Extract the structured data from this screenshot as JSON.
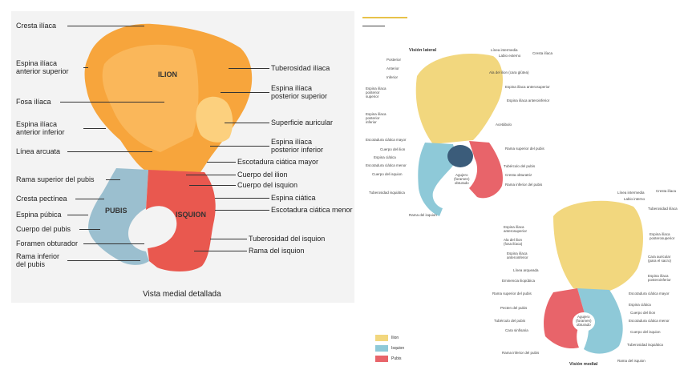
{
  "left_diagram": {
    "region_labels": {
      "ilion": "ILION",
      "pubis": "PUBIS",
      "isquion": "ISQUION"
    },
    "caption": "Vista medial detallada",
    "labels_left": [
      "Cresta ilíaca",
      "Espina ilíaca\nanterior superior",
      "Fosa ilíaca",
      "Espina ilíaca\nanterior inferior",
      "Línea arcuata",
      "Rama superior del pubis",
      "Cresta pectínea",
      "Espina púbica",
      "Cuerpo del pubis",
      "Foramen obturador",
      "Rama inferior\ndel pubis"
    ],
    "labels_right": [
      "Tuberosidad ilíaca",
      "Espina ilíaca\nposterior superior",
      "Superficie auricular",
      "Espina ilíaca\nposterior inferior",
      "Escotadura ciática mayor",
      "Cuerpo del ilion",
      "Cuerpo del isquion",
      "Espina ciática",
      "Escotadura ciática menor",
      "Tuberosidad del isquion",
      "Rama del isquion"
    ]
  },
  "right_diagrams": {
    "lateral_title": "Visión lateral",
    "medial_title": "Visión medial",
    "lateral_labels_left": [
      "Posterior",
      "Anterior",
      "Inferior",
      "Espina ilíaca\nposterior\nsuperior",
      "Espina ilíaca\nposterior\ninferior",
      "Escotadura ciática mayor",
      "Cuerpo del ilion",
      "Espina ciática",
      "Escotadura ciática menor",
      "Cuerpo del isquion",
      "Tuberosidad isquiática",
      "Rama del isquion"
    ],
    "lateral_labels_right": [
      "Línea intermedia",
      "Labio externo",
      "Cresta ilíaca",
      "Ala del ilion (cara glútea)",
      "Espina ilíaca anterosuperior",
      "Espina ilíaca anteroinferior",
      "Acetábulo",
      "Rama superior del pubis",
      "Tubérculo del pubis",
      "Cresta obturatriz",
      "Rama inferior del pubis"
    ],
    "medial_labels_left": [
      "Espina ilíaca\nanterosuperior",
      "Ala del ilion\n(fosa ilíaca)",
      "Espina ilíaca\nanteroinferior",
      "Línea arqueada",
      "Eminencia iliopúbica",
      "Rama superior del pubis",
      "Pecten del pubis",
      "Tubérculo del pubis",
      "Cara sinfisaria",
      "Rama inferior del pubis"
    ],
    "medial_labels_right": [
      "Línea intermedia",
      "Labio interno",
      "Cresta ilíaca",
      "Tuberosidad ilíaca",
      "Espina ilíaca\nposterosuperior",
      "Cara auricular\n(para el sacro)",
      "Espina ilíaca\nposteroinferior",
      "Escotadura ciática mayor",
      "Espina ciática",
      "Cuerpo del ilion",
      "Escotadura ciática menor",
      "Cuerpo del isquion",
      "Tuberosidad isquiática",
      "Rama del isquion"
    ],
    "foramen_label": "Agujero\n(foramen)\nobturado",
    "legend": [
      {
        "name": "Ilion",
        "color": "#f2d77e"
      },
      {
        "name": "Isquion",
        "color": "#8ec9d8"
      },
      {
        "name": "Pubis",
        "color": "#e8646a"
      }
    ]
  },
  "colors": {
    "ilion_main": "#f7a53c",
    "ilion_light": "#fbc46a",
    "pubis": "#9bbfcf",
    "isquion": "#e9584f",
    "accent_line": "#e8c24a"
  }
}
